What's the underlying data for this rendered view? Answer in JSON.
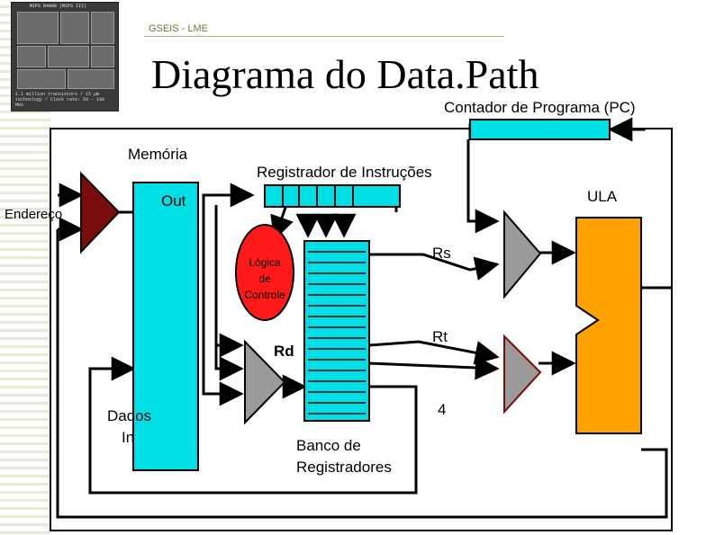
{
  "header": {
    "course": "GSEIS - LME"
  },
  "title": "Diagrama do Data.Path",
  "chip_thumbnail": {
    "header": "MIPS R4000 (MIPS III)",
    "caption": "1.1 million transistors / 15 µm technology / Clock rate: 50 - 100 MHz"
  },
  "diagram": {
    "labels": {
      "pc": "Contador de Programa (PC)",
      "memory": "Memória",
      "instruction_register": "Registrador de Instruções",
      "alu": "ULA",
      "out": "Out",
      "address": "Endereço",
      "control_line1": "Lógica",
      "control_line2": "de",
      "control_line3": "Controle",
      "rs": "Rs",
      "rt": "Rt",
      "rd": "Rd",
      "four": "4",
      "data_in_line1": "Dados",
      "data_in_line2": "In",
      "register_bank_line1": "Banco de",
      "register_bank_line2": "Registradores"
    },
    "colors": {
      "component_fill": "#00dfe6",
      "alu_fill": "#ffa200",
      "control_fill": "#ff1a1a",
      "address_mux_fill": "#7a0c0c",
      "mux_fill": "#9a9a9a",
      "wire": "#000000"
    }
  }
}
